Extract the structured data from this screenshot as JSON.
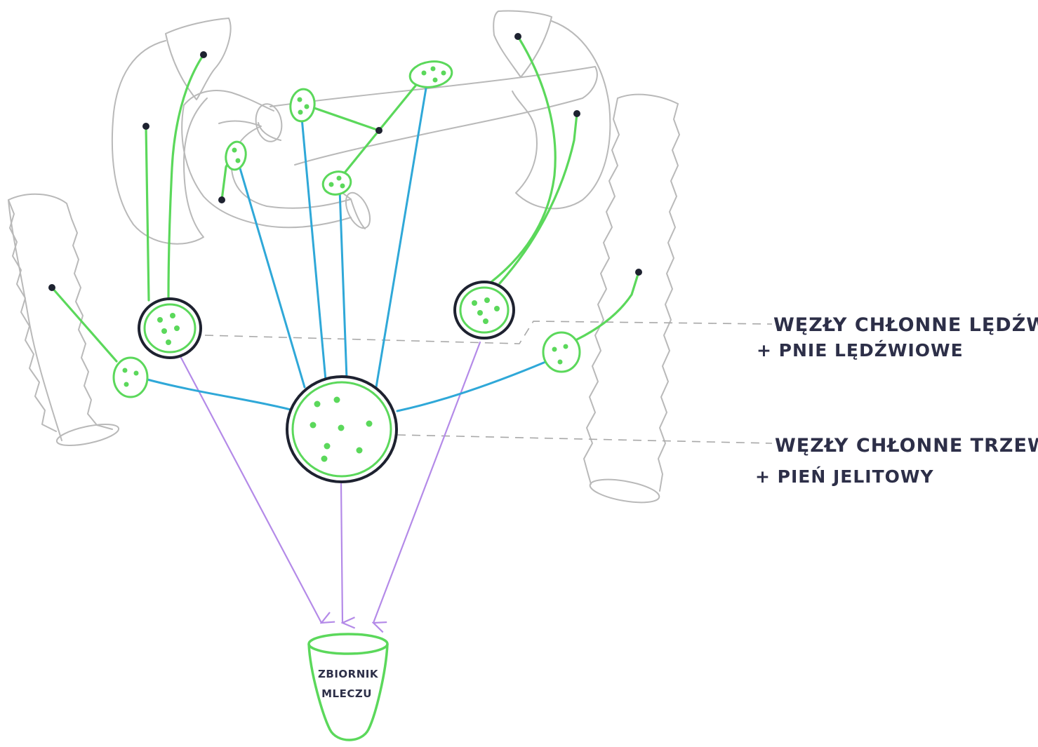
{
  "labels": {
    "lumbar_nodes": "WĘZŁY CHŁONNE LĘDŹWIOWE",
    "lumbar_trunks": "+ PNIE LĘDŹWIOWE",
    "celiac_nodes": "WĘZŁY CHŁONNE TRZEWNE",
    "intestinal_trunk": "+ PIEŃ JELITOWY",
    "reservoir_line1": "ZBIORNIK",
    "reservoir_line2": "MLECZU"
  },
  "colors": {
    "organ_outline": "#b9b9b9",
    "lymph_green": "#5bd85b",
    "lymph_blue": "#2fa8d8",
    "lymph_purple": "#b48ae8",
    "node_outline_dark": "#1e2230",
    "text_ink": "#2d2f48",
    "dashed_line": "#a8a8a8"
  }
}
